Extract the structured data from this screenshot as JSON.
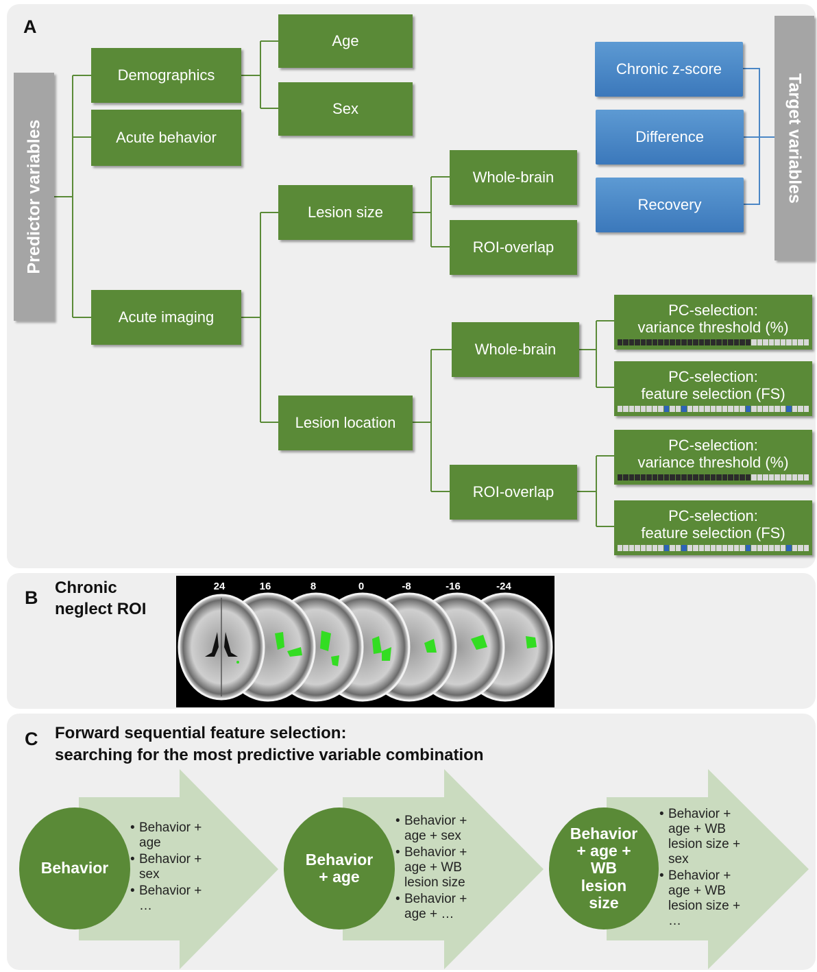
{
  "panel_a": {
    "label": "A",
    "predictor": "Predictor variables",
    "target": "Target variables",
    "demographics": "Demographics",
    "age": "Age",
    "sex": "Sex",
    "acute_behavior": "Acute behavior",
    "acute_imaging": "Acute imaging",
    "lesion_size": "Lesion size",
    "lesion_size_wb": "Whole-brain",
    "lesion_size_roi": "ROI-overlap",
    "lesion_location": "Lesion location",
    "location_wb": "Whole-brain",
    "location_roi": "ROI-overlap",
    "pc_line1": "PC-selection:",
    "pc_var": "variance threshold (%)",
    "pc_fs": "feature selection (FS)",
    "chronic": "Chronic z-score",
    "difference": "Difference",
    "recovery": "Recovery"
  },
  "panel_b": {
    "label": "B",
    "title_line1": "Chronic",
    "title_line2": "neglect ROI",
    "slices": [
      "24",
      "16",
      "8",
      "0",
      "-8",
      "-16",
      "-24"
    ]
  },
  "panel_c": {
    "label": "C",
    "title_line1": "Forward sequential feature selection:",
    "title_line2": "searching for the most predictive variable combination",
    "steps": [
      {
        "circle": "Behavior",
        "bullets": [
          "Behavior + age",
          "Behavior + sex",
          "Behavior + …"
        ]
      },
      {
        "circle": "Behavior + age",
        "bullets": [
          "Behavior + age + sex",
          "Behavior + age + WB lesion size",
          "Behavior + age + …"
        ]
      },
      {
        "circle": "Behavior + age + WB lesion size",
        "bullets": [
          "Behavior + age + WB lesion size + sex",
          "Behavior + age + WB lesion size + …"
        ]
      }
    ]
  },
  "colors": {
    "green": "#5a8a37",
    "blue": "#4a86c5",
    "gray": "#a5a5a5",
    "light_green": "#cadbbf"
  }
}
